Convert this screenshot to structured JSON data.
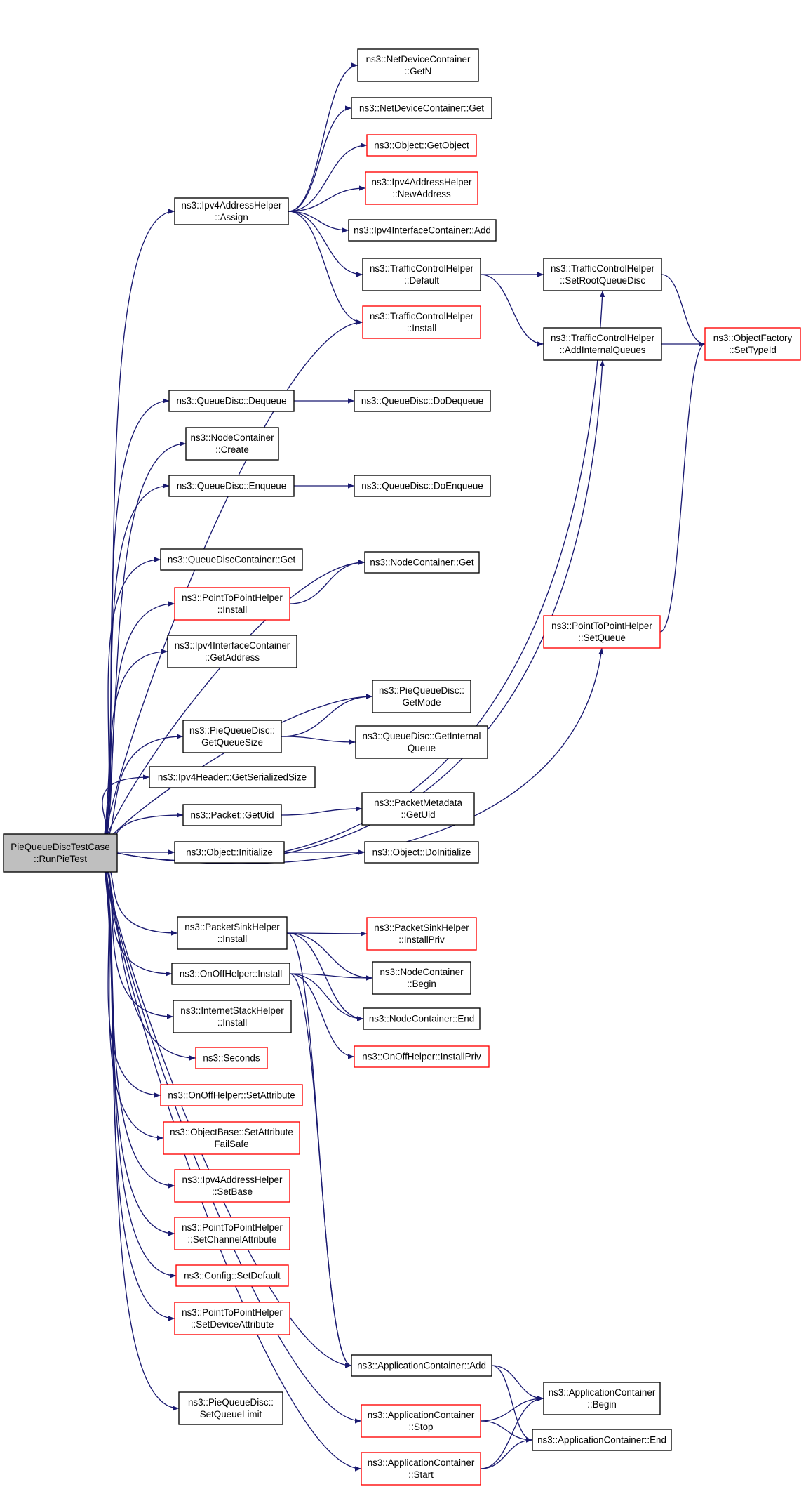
{
  "colors": {
    "edge": "#191970",
    "node_border_default": "#000000",
    "node_border_truncated": "#ff0000",
    "root_fill": "#bfbfbf",
    "node_fill": "#ffffff",
    "text": "#000000"
  },
  "nodes": [
    {
      "id": "root",
      "lines": [
        "PieQueueDiscTestCase",
        "::RunPieTest"
      ],
      "style": "root"
    },
    {
      "id": "ipv4assign",
      "lines": [
        "ns3::Ipv4AddressHelper",
        "::Assign"
      ],
      "style": "normal"
    },
    {
      "id": "netgetn",
      "lines": [
        "ns3::NetDeviceContainer",
        "::GetN"
      ],
      "style": "normal"
    },
    {
      "id": "netget",
      "lines": [
        "ns3::NetDeviceContainer::Get"
      ],
      "style": "normal"
    },
    {
      "id": "getobject",
      "lines": [
        "ns3::Object::GetObject"
      ],
      "style": "red"
    },
    {
      "id": "newaddress",
      "lines": [
        "ns3::Ipv4AddressHelper",
        "::NewAddress"
      ],
      "style": "red"
    },
    {
      "id": "ifcadd",
      "lines": [
        "ns3::Ipv4InterfaceContainer::Add"
      ],
      "style": "normal"
    },
    {
      "id": "tchdefault",
      "lines": [
        "ns3::TrafficControlHelper",
        "::Default"
      ],
      "style": "normal"
    },
    {
      "id": "tchroot",
      "lines": [
        "ns3::TrafficControlHelper",
        "::SetRootQueueDisc"
      ],
      "style": "normal"
    },
    {
      "id": "tchinstall",
      "lines": [
        "ns3::TrafficControlHelper",
        "::Install"
      ],
      "style": "red"
    },
    {
      "id": "tchinternal",
      "lines": [
        "ns3::TrafficControlHelper",
        "::AddInternalQueues"
      ],
      "style": "normal"
    },
    {
      "id": "factory",
      "lines": [
        "ns3::ObjectFactory",
        "::SetTypeId"
      ],
      "style": "red"
    },
    {
      "id": "qddequeue",
      "lines": [
        "ns3::QueueDisc::Dequeue"
      ],
      "style": "normal"
    },
    {
      "id": "qddodequeue",
      "lines": [
        "ns3::QueueDisc::DoDequeue"
      ],
      "style": "normal"
    },
    {
      "id": "nccreate",
      "lines": [
        "ns3::NodeContainer",
        "::Create"
      ],
      "style": "normal"
    },
    {
      "id": "qdenqueue",
      "lines": [
        "ns3::QueueDisc::Enqueue"
      ],
      "style": "normal"
    },
    {
      "id": "qddoenqueue",
      "lines": [
        "ns3::QueueDisc::DoEnqueue"
      ],
      "style": "normal"
    },
    {
      "id": "qdcget",
      "lines": [
        "ns3::QueueDiscContainer::Get"
      ],
      "style": "normal"
    },
    {
      "id": "ncget",
      "lines": [
        "ns3::NodeContainer::Get"
      ],
      "style": "normal"
    },
    {
      "id": "p2pinstall",
      "lines": [
        "ns3::PointToPointHelper",
        "::Install"
      ],
      "style": "red"
    },
    {
      "id": "p2psetqueue",
      "lines": [
        "ns3::PointToPointHelper",
        "::SetQueue"
      ],
      "style": "red"
    },
    {
      "id": "ifcgetaddr",
      "lines": [
        "ns3::Ipv4InterfaceContainer",
        "::GetAddress"
      ],
      "style": "normal"
    },
    {
      "id": "piegetmode",
      "lines": [
        "ns3::PieQueueDisc::",
        "GetMode"
      ],
      "style": "normal"
    },
    {
      "id": "piegetqsize",
      "lines": [
        "ns3::PieQueueDisc::",
        "GetQueueSize"
      ],
      "style": "normal"
    },
    {
      "id": "qdgetinternal",
      "lines": [
        "ns3::QueueDisc::GetInternal",
        "Queue"
      ],
      "style": "normal"
    },
    {
      "id": "ipv4hdr",
      "lines": [
        "ns3::Ipv4Header::GetSerializedSize"
      ],
      "style": "normal"
    },
    {
      "id": "pktuid",
      "lines": [
        "ns3::Packet::GetUid"
      ],
      "style": "normal"
    },
    {
      "id": "pmuid",
      "lines": [
        "ns3::PacketMetadata",
        "::GetUid"
      ],
      "style": "normal"
    },
    {
      "id": "objinit",
      "lines": [
        "ns3::Object::Initialize"
      ],
      "style": "normal"
    },
    {
      "id": "objdoinit",
      "lines": [
        "ns3::Object::DoInitialize"
      ],
      "style": "normal"
    },
    {
      "id": "psinkinstall",
      "lines": [
        "ns3::PacketSinkHelper",
        "::Install"
      ],
      "style": "normal"
    },
    {
      "id": "psinkpriv",
      "lines": [
        "ns3::PacketSinkHelper",
        "::InstallPriv"
      ],
      "style": "red"
    },
    {
      "id": "ncbegin",
      "lines": [
        "ns3::NodeContainer",
        "::Begin"
      ],
      "style": "normal"
    },
    {
      "id": "onoffinstall",
      "lines": [
        "ns3::OnOffHelper::Install"
      ],
      "style": "normal"
    },
    {
      "id": "ncend",
      "lines": [
        "ns3::NodeContainer::End"
      ],
      "style": "normal"
    },
    {
      "id": "ishinstall",
      "lines": [
        "ns3::InternetStackHelper",
        "::Install"
      ],
      "style": "normal"
    },
    {
      "id": "onoffpriv",
      "lines": [
        "ns3::OnOffHelper::InstallPriv"
      ],
      "style": "red"
    },
    {
      "id": "seconds",
      "lines": [
        "ns3::Seconds"
      ],
      "style": "red"
    },
    {
      "id": "onoffsetattr",
      "lines": [
        "ns3::OnOffHelper::SetAttribute"
      ],
      "style": "red"
    },
    {
      "id": "obsetattr",
      "lines": [
        "ns3::ObjectBase::SetAttribute",
        "FailSafe"
      ],
      "style": "red"
    },
    {
      "id": "ipv4setbase",
      "lines": [
        "ns3::Ipv4AddressHelper",
        "::SetBase"
      ],
      "style": "red"
    },
    {
      "id": "p2pchan",
      "lines": [
        "ns3::PointToPointHelper",
        "::SetChannelAttribute"
      ],
      "style": "red"
    },
    {
      "id": "cfgdefault",
      "lines": [
        "ns3::Config::SetDefault"
      ],
      "style": "red"
    },
    {
      "id": "p2pdev",
      "lines": [
        "ns3::PointToPointHelper",
        "::SetDeviceAttribute"
      ],
      "style": "red"
    },
    {
      "id": "appadd",
      "lines": [
        "ns3::ApplicationContainer::Add"
      ],
      "style": "normal"
    },
    {
      "id": "appbegin",
      "lines": [
        "ns3::ApplicationContainer",
        "::Begin"
      ],
      "style": "normal"
    },
    {
      "id": "piesetlimit",
      "lines": [
        "ns3::PieQueueDisc::",
        "SetQueueLimit"
      ],
      "style": "normal"
    },
    {
      "id": "appstop",
      "lines": [
        "ns3::ApplicationContainer",
        "::Stop"
      ],
      "style": "red"
    },
    {
      "id": "append",
      "lines": [
        "ns3::ApplicationContainer::End"
      ],
      "style": "normal"
    },
    {
      "id": "appstart",
      "lines": [
        "ns3::ApplicationContainer",
        "::Start"
      ],
      "style": "red"
    }
  ],
  "edges": [
    [
      "root",
      "ipv4assign"
    ],
    [
      "root",
      "tchroot"
    ],
    [
      "root",
      "tchinstall"
    ],
    [
      "root",
      "tchinternal"
    ],
    [
      "root",
      "qddequeue"
    ],
    [
      "root",
      "nccreate"
    ],
    [
      "root",
      "qdenqueue"
    ],
    [
      "root",
      "ncget"
    ],
    [
      "root",
      "qdcget"
    ],
    [
      "root",
      "p2pinstall"
    ],
    [
      "root",
      "ifcgetaddr"
    ],
    [
      "root",
      "piegetmode"
    ],
    [
      "root",
      "piegetqsize"
    ],
    [
      "root",
      "ipv4hdr"
    ],
    [
      "root",
      "pktuid"
    ],
    [
      "root",
      "objinit"
    ],
    [
      "root",
      "p2psetqueue"
    ],
    [
      "root",
      "psinkinstall"
    ],
    [
      "root",
      "onoffinstall"
    ],
    [
      "root",
      "ishinstall"
    ],
    [
      "root",
      "seconds"
    ],
    [
      "root",
      "onoffsetattr"
    ],
    [
      "root",
      "obsetattr"
    ],
    [
      "root",
      "ipv4setbase"
    ],
    [
      "root",
      "p2pchan"
    ],
    [
      "root",
      "cfgdefault"
    ],
    [
      "root",
      "p2pdev"
    ],
    [
      "root",
      "appadd"
    ],
    [
      "root",
      "piesetlimit"
    ],
    [
      "root",
      "appstop"
    ],
    [
      "root",
      "appstart"
    ],
    [
      "ipv4assign",
      "netgetn"
    ],
    [
      "ipv4assign",
      "netget"
    ],
    [
      "ipv4assign",
      "getobject"
    ],
    [
      "ipv4assign",
      "newaddress"
    ],
    [
      "ipv4assign",
      "ifcadd"
    ],
    [
      "ipv4assign",
      "tchdefault"
    ],
    [
      "ipv4assign",
      "tchinstall"
    ],
    [
      "tchdefault",
      "tchroot"
    ],
    [
      "tchdefault",
      "tchinternal"
    ],
    [
      "tchroot",
      "factory"
    ],
    [
      "tchinternal",
      "factory"
    ],
    [
      "p2psetqueue",
      "factory"
    ],
    [
      "qddequeue",
      "qddodequeue"
    ],
    [
      "qdenqueue",
      "qddoenqueue"
    ],
    [
      "p2pinstall",
      "ncget"
    ],
    [
      "piegetqsize",
      "piegetmode"
    ],
    [
      "piegetqsize",
      "qdgetinternal"
    ],
    [
      "pktuid",
      "pmuid"
    ],
    [
      "objinit",
      "objdoinit"
    ],
    [
      "psinkinstall",
      "psinkpriv"
    ],
    [
      "psinkinstall",
      "ncbegin"
    ],
    [
      "psinkinstall",
      "ncend"
    ],
    [
      "psinkinstall",
      "appadd"
    ],
    [
      "onoffinstall",
      "ncbegin"
    ],
    [
      "onoffinstall",
      "ncend"
    ],
    [
      "onoffinstall",
      "onoffpriv"
    ],
    [
      "onoffinstall",
      "appadd"
    ],
    [
      "appadd",
      "appbegin"
    ],
    [
      "appadd",
      "append"
    ],
    [
      "appstop",
      "appbegin"
    ],
    [
      "appstop",
      "append"
    ],
    [
      "appstart",
      "appbegin"
    ],
    [
      "appstart",
      "append"
    ]
  ]
}
